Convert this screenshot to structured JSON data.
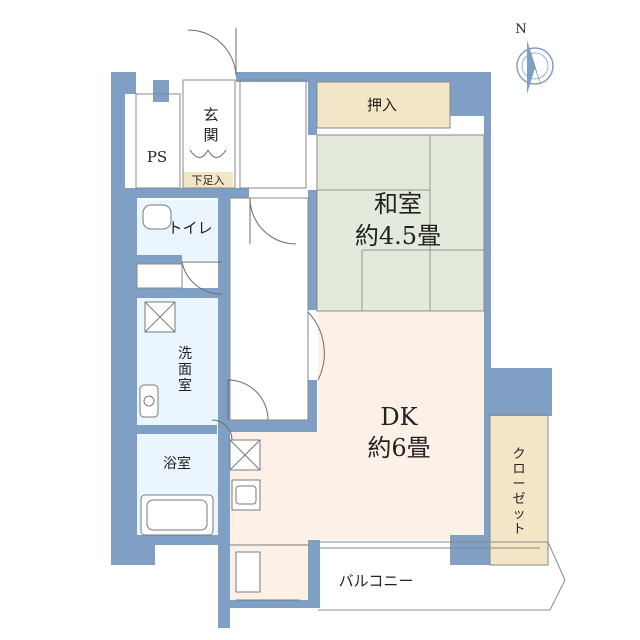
{
  "colors": {
    "wall": "#7f9fc4",
    "wall_dark": "#6d8fb8",
    "tatami": "#e3eadb",
    "closet": "#f3e6c6",
    "dk_floor": "#fdf1e7",
    "wet_area": "#eaf5fd",
    "entrance_step": "#f3e6c6",
    "outline": "#8a8a8a"
  },
  "compass": {
    "north_label": "N"
  },
  "rooms": {
    "ps": "PS",
    "genkan": [
      "玄",
      "関"
    ],
    "shoe_box": "下足入",
    "toilet": "トイレ",
    "washroom": [
      "洗",
      "面",
      "室"
    ],
    "bath": "浴室",
    "oshiire": "押入",
    "washitsu_name": "和室",
    "washitsu_size": "約4.5畳",
    "dk_name": "DK",
    "dk_size": "約6畳",
    "closet": [
      "ク",
      "ロ",
      "ー",
      "ゼ",
      "ッ",
      "ト"
    ],
    "balcony": "バルコニー"
  }
}
